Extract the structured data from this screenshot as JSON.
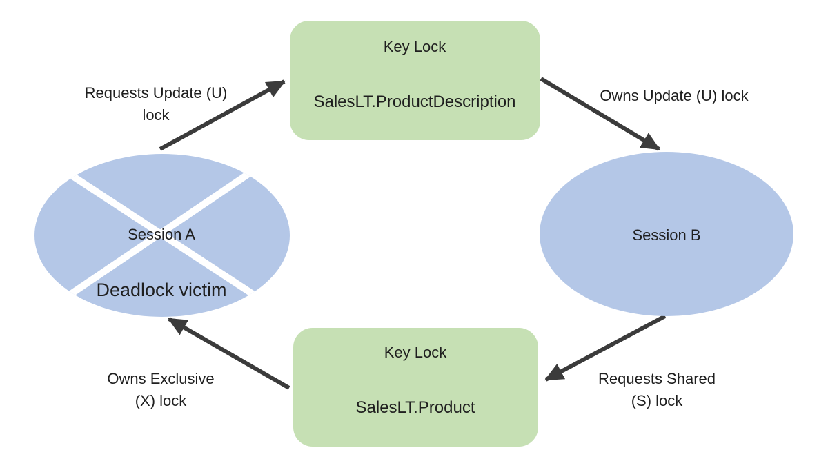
{
  "colors": {
    "session_fill": "#b4c7e7",
    "lock_fill": "#c6e0b4",
    "arrow": "#3b3b3b",
    "text": "#1f1f1f",
    "cross": "#ffffff",
    "background": "#ffffff"
  },
  "nodes": {
    "session_a": {
      "label": "Session A",
      "status": "Deadlock victim"
    },
    "session_b": {
      "label": "Session B"
    },
    "lock_top": {
      "title": "Key Lock",
      "resource": "SalesLT.ProductDescription"
    },
    "lock_bottom": {
      "title": "Key Lock",
      "resource": "SalesLT.Product"
    }
  },
  "edges": {
    "a_requests_update": {
      "label_lines": [
        "Requests Update (U)",
        "lock"
      ]
    },
    "top_owns_update": {
      "label_lines": [
        "Owns Update (U) lock"
      ]
    },
    "b_requests_shared": {
      "label_lines": [
        "Requests Shared",
        "(S) lock"
      ]
    },
    "bottom_owns_exclusive": {
      "label_lines": [
        "Owns Exclusive",
        "(X) lock"
      ]
    }
  }
}
